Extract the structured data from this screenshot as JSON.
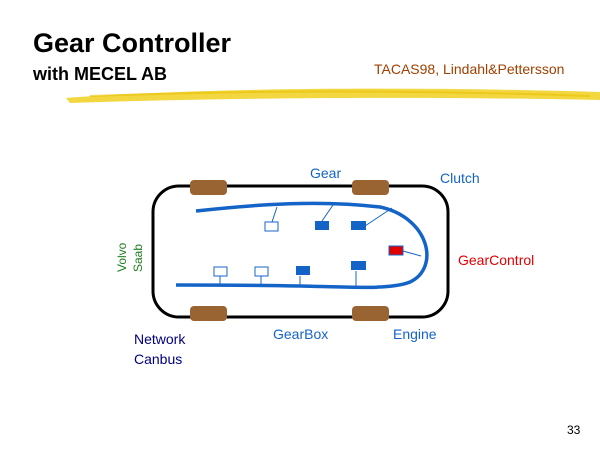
{
  "title": "Gear Controller",
  "subtitle": "with MECEL AB",
  "citation": "TACAS98, Lindahl&Pettersson",
  "page_number": "33",
  "diagram": {
    "labels": {
      "gear": "Gear",
      "clutch": "Clutch",
      "gearcontrol": "GearControl",
      "gearbox": "GearBox",
      "engine": "Engine",
      "network": "Network",
      "canbus": "Canbus",
      "volvo": "Volvo",
      "saab": "Saab"
    },
    "colors": {
      "bus": "#1464c8",
      "wheel": "#9a6432",
      "gearcontrol": "#e00000",
      "accent": "#f0d020",
      "volvo": "#208020",
      "network": "#000080"
    }
  }
}
